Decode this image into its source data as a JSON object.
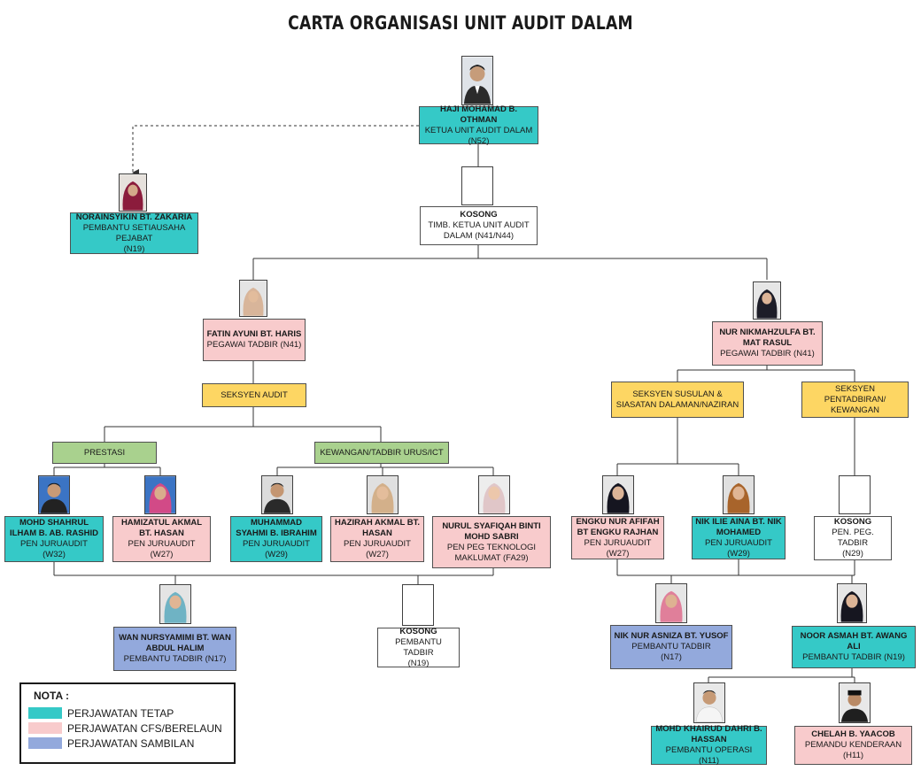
{
  "title": "CARTA ORGANISASI UNIT AUDIT DALAM",
  "legend": {
    "title": "NOTA :",
    "items": [
      {
        "label": "PERJAWATAN TETAP",
        "color": "#35c9c7"
      },
      {
        "label": "PERJAWATAN CFS/BERELAUN",
        "color": "#f8cbcc"
      },
      {
        "label": "PERJAWATAN SAMBILAN",
        "color": "#93a9dc"
      }
    ]
  },
  "colors": {
    "tetap": "#35c9c7",
    "cfs": "#f8cbcc",
    "sambilan": "#93a9dc",
    "section": "#fdd663",
    "subsection": "#a9d18e"
  },
  "sections": {
    "audit": "SEKSYEN AUDIT",
    "prestasi": "PRESTASI",
    "kewangan_ict": "KEWANGAN/TADBIR URUS/ICT",
    "susulan": "SEKSYEN SUSULAN & SIASATAN DALAMAN/NAZIRAN",
    "pentadbiran": "SEKSYEN PENTADBIRAN/ KEWANGAN"
  },
  "people": {
    "ketua": {
      "name": "HAJI MOHAMAD B. OTHMAN",
      "role": "KETUA UNIT AUDIT DALAM",
      "grade": "(N52)",
      "photo": "male-portrait-icon"
    },
    "timbalan": {
      "name": "KOSONG",
      "role": "TIMB. KETUA UNIT AUDIT DALAM (N41/N44)",
      "grade": "",
      "photo": "vacant-photo-icon"
    },
    "pembantu_setiausaha": {
      "name": "NORAINSYIKIN BT. ZAKARIA",
      "role": "PEMBANTU SETIAUSAHA PEJABAT",
      "grade": "(N19)",
      "photo": "female-tudung-portrait-icon"
    },
    "fatin": {
      "name": "FATIN AYUNI BT. HARIS",
      "role": "PEGAWAI TADBIR (N41)",
      "grade": "",
      "photo": "female-tudung-portrait-icon"
    },
    "nurnikmah": {
      "name": "NUR NIKMAHZULFA BT. MAT RASUL",
      "role": "PEGAWAI TADBIR (N41)",
      "grade": "",
      "photo": "female-tudung-portrait-icon"
    },
    "shahrul": {
      "name": "MOHD SHAHRUL ILHAM B. AB. RASHID",
      "role": "PEN JURUAUDIT (W32)",
      "grade": "",
      "photo": "male-portrait-icon"
    },
    "hamizatul": {
      "name": "HAMIZATUL AKMAL BT. HASAN",
      "role": "PEN JURUAUDIT (W27)",
      "grade": "",
      "photo": "female-tudung-portrait-icon"
    },
    "syahmi": {
      "name": "MUHAMMAD SYAHMI B. IBRAHIM",
      "role": "PEN JURUAUDIT (W29)",
      "grade": "",
      "photo": "male-portrait-icon"
    },
    "hazirah": {
      "name": "HAZIRAH AKMAL BT. HASAN",
      "role": "PEN JURUAUDIT (W27)",
      "grade": "",
      "photo": "female-tudung-portrait-icon"
    },
    "syafiqah": {
      "name": "NURUL SYAFIQAH BINTI MOHD SABRI",
      "role": "PEN PEG TEKNOLOGI MAKLUMAT (FA29)",
      "grade": "",
      "photo": "female-tudung-portrait-icon"
    },
    "engku": {
      "name": "ENGKU NUR AFIFAH BT ENGKU RAJHAN",
      "role": "PEN JURUAUDIT (W27)",
      "grade": "",
      "photo": "female-tudung-portrait-icon"
    },
    "nikilie": {
      "name": "NIK ILIE AINA BT. NIK MOHAMED",
      "role": "PEN JURUAUDIT (W29)",
      "grade": "",
      "photo": "female-tudung-portrait-icon"
    },
    "kosong_pen_peg": {
      "name": "KOSONG",
      "role": "PEN. PEG. TADBIR",
      "grade": "(N29)",
      "photo": "vacant-photo-icon"
    },
    "wan": {
      "name": "WAN NURSYAMIMI BT. WAN ABDUL HALIM",
      "role": "PEMBANTU TADBIR (N17)",
      "grade": "",
      "photo": "female-tudung-portrait-icon"
    },
    "kosong_pembantu": {
      "name": "KOSONG",
      "role": "PEMBANTU TADBIR",
      "grade": "(N19)",
      "photo": "vacant-photo-icon"
    },
    "niknur": {
      "name": "NIK NUR ASNIZA BT. YUSOF",
      "role": "PEMBANTU TADBIR",
      "grade": "(N17)",
      "photo": "female-tudung-portrait-icon"
    },
    "noor": {
      "name": "NOOR ASMAH BT. AWANG ALI",
      "role": "PEMBANTU TADBIR (N19)",
      "grade": "",
      "photo": "female-tudung-portrait-icon"
    },
    "khairud": {
      "name": "MOHD KHAIRUD DAHRI B. HASSAN",
      "role": "PEMBANTU OPERASI (N11)",
      "grade": "",
      "photo": "male-portrait-icon"
    },
    "chelah": {
      "name": "CHELAH B. YAACOB",
      "role": "PEMANDU KENDERAAN (H11)",
      "grade": "",
      "photo": "male-portrait-icon"
    }
  }
}
